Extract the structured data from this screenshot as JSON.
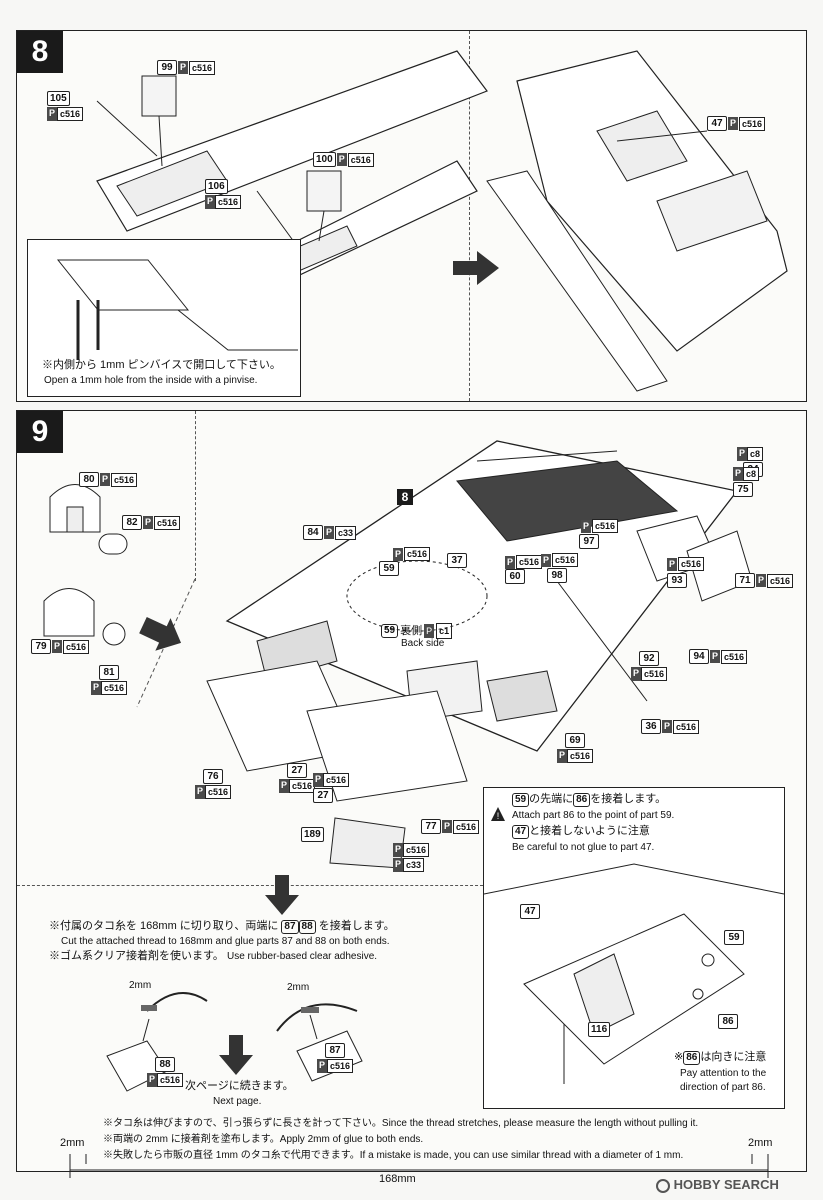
{
  "step8": {
    "number": "8",
    "parts": [
      {
        "num": "99",
        "p": "P",
        "ref": "c516"
      },
      {
        "num": "105",
        "p": "P",
        "ref": "c516"
      },
      {
        "num": "100",
        "p": "P",
        "ref": "c516"
      },
      {
        "num": "106",
        "p": "P",
        "ref": "c516"
      },
      {
        "num": "47",
        "p": "P",
        "ref": "c516"
      }
    ],
    "note_jp": "※内側から 1mm ピンバイスで開口して下さい。",
    "note_en": "Open a 1mm hole from the inside with a pinvise."
  },
  "step9": {
    "number": "9",
    "sub8": "8",
    "parts": [
      {
        "num": "80",
        "p": "P",
        "ref": "c516"
      },
      {
        "num": "82",
        "p": "P",
        "ref": "c516"
      },
      {
        "num": "79",
        "p": "P",
        "ref": "c516"
      },
      {
        "num": "81",
        "p": "P",
        "ref": "c516"
      },
      {
        "num": "84",
        "p": "P",
        "ref": "c33"
      },
      {
        "num": "37",
        "p": "P",
        "ref": "c516"
      },
      {
        "num": "59",
        "p": "P",
        "ref": "c516"
      },
      {
        "num": "60",
        "p": "P",
        "ref": "c516"
      },
      {
        "num": "98",
        "p": "P",
        "ref": "c516"
      },
      {
        "num": "97",
        "p": "P",
        "ref": "c516"
      },
      {
        "num": "93",
        "p": "P",
        "ref": "c516"
      },
      {
        "num": "71",
        "p": "P",
        "ref": "c516"
      },
      {
        "num": "24",
        "p": "P",
        "ref": "c8"
      },
      {
        "num": "75",
        "p": "P",
        "ref": "c8"
      },
      {
        "num": "92",
        "p": "P",
        "ref": "c516"
      },
      {
        "num": "94",
        "p": "P",
        "ref": "c516"
      },
      {
        "num": "36",
        "p": "P",
        "ref": "c516"
      },
      {
        "num": "69",
        "p": "P",
        "ref": "c516"
      },
      {
        "num": "76",
        "p": "P",
        "ref": "c516"
      },
      {
        "num": "27",
        "p": "P",
        "ref": "c516"
      },
      {
        "num": "77",
        "p": "P",
        "ref": "c516"
      },
      {
        "num": "189",
        "p": "P",
        "ref": "c516"
      }
    ],
    "back_side_jp": "裏側",
    "back_side_part": "59",
    "back_side_ref": "c1",
    "back_side_en": "Back side",
    "p33": "c33"
  },
  "caution": {
    "line1_jp_a": "59",
    "line1_jp_b": "の先端に",
    "line1_jp_c": "86",
    "line1_jp_d": "を接着します。",
    "line1_en": "Attach part 86 to the point of part 59.",
    "line2_jp_a": "47",
    "line2_jp_b": "と接着しないように注意",
    "line2_en": "Be careful to not glue to part 47.",
    "labels": {
      "p47": "47",
      "p59": "59",
      "p116": "116",
      "p86": "86"
    },
    "dir_jp_a": "※",
    "dir_jp_b": "86",
    "dir_jp_c": "は向きに注意",
    "dir_en1": "Pay attention to the",
    "dir_en2": "direction of part 86."
  },
  "thread": {
    "jp1_a": "※付属のタコ糸を 168mm に切り取り、両端に",
    "jp1_p1": "87",
    "jp1_p2": "88",
    "jp1_b": "を接着します。",
    "en1": "Cut the attached thread to 168mm and glue parts 87 and 88 on both ends.",
    "jp2": "※ゴム系クリア接着剤を使います。",
    "en2": "Use rubber-based clear adhesive.",
    "mm_left": "2mm",
    "mm_right": "2mm",
    "part88": {
      "num": "88",
      "p": "P",
      "ref": "c516"
    },
    "part87": {
      "num": "87",
      "p": "P",
      "ref": "c516"
    },
    "next_jp": "次ページに続きます。",
    "next_en": "Next page."
  },
  "bottom": {
    "line1": "※タコ糸は伸びますので、引っ張らずに長さを計って下さい。Since the thread stretches, please measure the length without pulling it.",
    "line2": "※両端の 2mm に接着剤を塗布します。Apply 2mm of glue to both ends.",
    "line3": "※失敗したら市販の直径 1mm のタコ糸で代用できます。If a mistake is made, you can use similar thread with a diameter of 1 mm.",
    "dim_left": "2mm",
    "dim_right": "2mm",
    "dim_total": "168mm",
    "watermark": "HOBBY SEARCH"
  }
}
